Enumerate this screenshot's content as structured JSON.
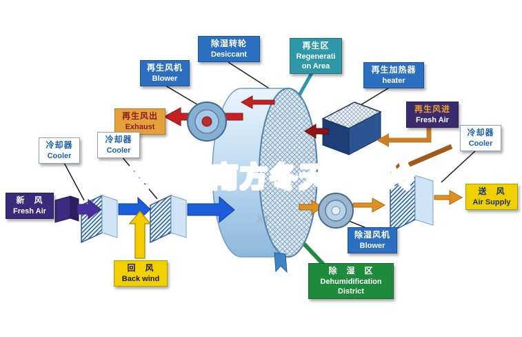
{
  "watermark": {
    "text": "安全度过南方冬天的湿冷",
    "color": "#ffd21e",
    "outline": "#ffffff"
  },
  "wheel_watermark": "XT",
  "labels": {
    "desiccant": {
      "zh": "除湿转轮",
      "en": "Desiccant"
    },
    "regeneration_area": {
      "zh": "再生区",
      "en_line1": "Regenerati",
      "en_line2": "on Area"
    },
    "regen_blower": {
      "zh": "再生风机",
      "en": "Blower"
    },
    "regen_heater": {
      "zh": "再生加热器",
      "en": "heater"
    },
    "exhaust": {
      "zh": "再生风出",
      "en": "Exhaust"
    },
    "regen_fresh_air": {
      "zh": "再生风进",
      "en": "Fresh Air"
    },
    "cooler_left_outer": {
      "zh": "冷却器",
      "en": "Cooler"
    },
    "cooler_left_inner": {
      "zh": "冷却器",
      "en": "Cooler"
    },
    "cooler_right": {
      "zh": "冷却器",
      "en": "Cooler"
    },
    "fresh_air": {
      "zh": "新　风",
      "en": "Fresh Air"
    },
    "air_supply": {
      "zh": "送　风",
      "en": "Air Supply"
    },
    "back_wind": {
      "zh": "回　风",
      "en": "Back wind"
    },
    "dehumid_blower": {
      "zh": "除湿风机",
      "en": "Blower"
    },
    "dehumid_district": {
      "zh": "除　湿　区",
      "en_line1": "Dehumidification",
      "en_line2": "District"
    }
  },
  "colors": {
    "label_blue": "#2b6fc0",
    "label_teal": "#2e98a8",
    "label_orange": "#e5a23a",
    "label_purple": "#3a2a6e",
    "label_yellow": "#f1d000",
    "label_green": "#1e8a3c",
    "arrow_red": "#c42222",
    "arrow_dark_red": "#8e1515",
    "arrow_blue": "#1b5cd8",
    "arrow_orange": "#e09020",
    "arrow_brown": "#a05a1a",
    "arrow_purple": "#4a2f9e",
    "arrow_yellow": "#f2cc00",
    "wheel_blue": "#9cc6e8"
  }
}
